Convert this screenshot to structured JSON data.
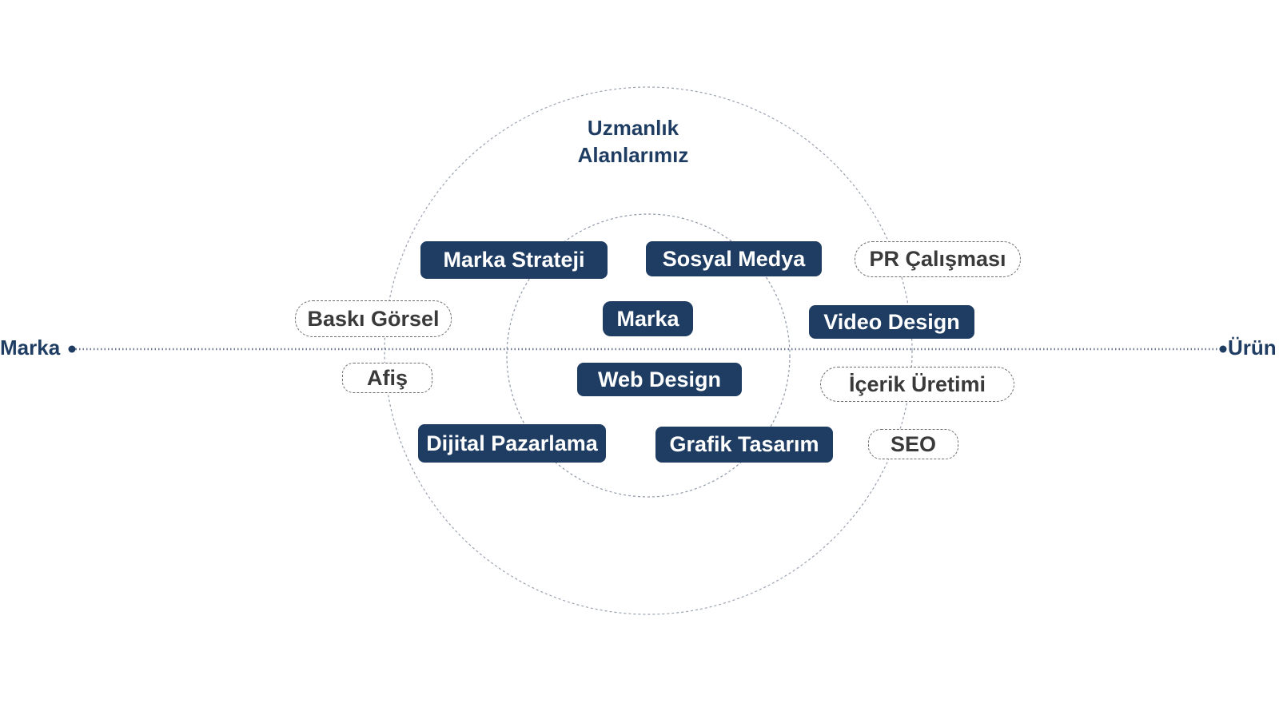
{
  "title": [
    "Uzmanlık",
    "Alanlarımız"
  ],
  "axis": {
    "left_label": "Marka",
    "right_label": "Ürün"
  },
  "core_services": [
    "Marka Strateji",
    "Sosyal Medya",
    "Marka",
    "Video Design",
    "Web Design",
    "Dijital Pazarlama",
    "Grafik Tasarım"
  ],
  "supporting_services": [
    "PR Çalışması",
    "Baskı Görsel",
    "Afiş",
    "İçerik Üretimi",
    "SEO"
  ],
  "colors": {
    "navy": "#1f3d63",
    "outline_text": "#3a3a3a",
    "dash": "#6d6d6d",
    "circle": "#9aa2b0"
  }
}
